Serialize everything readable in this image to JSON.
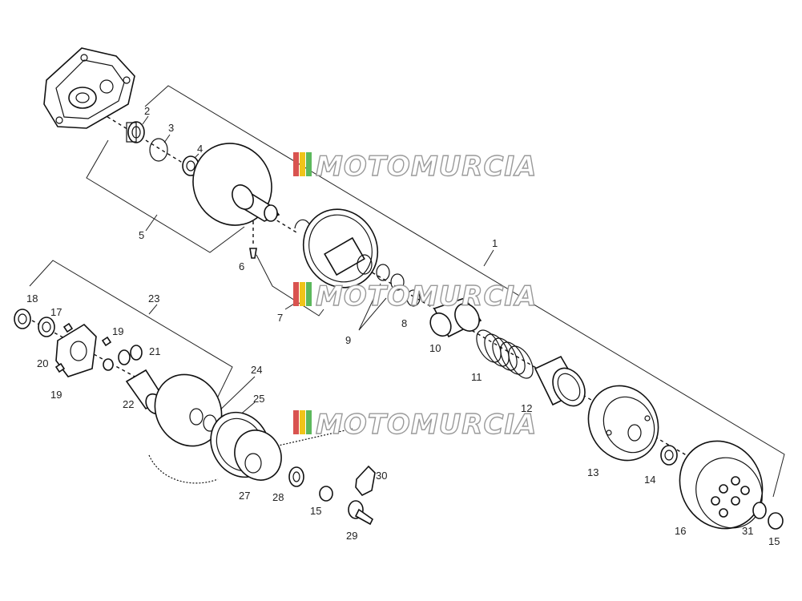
{
  "watermark": {
    "text": "MOTOMURCIA",
    "stripe_colors": [
      "#d9534f",
      "#f0c419",
      "#5cb85c"
    ]
  },
  "callouts": [
    {
      "id": "1",
      "label": "1"
    },
    {
      "id": "2",
      "label": "2"
    },
    {
      "id": "3",
      "label": "3"
    },
    {
      "id": "4",
      "label": "4"
    },
    {
      "id": "5",
      "label": "5"
    },
    {
      "id": "6",
      "label": "6"
    },
    {
      "id": "7",
      "label": "7"
    },
    {
      "id": "8",
      "label": "8"
    },
    {
      "id": "9",
      "label": "9"
    },
    {
      "id": "10",
      "label": "10"
    },
    {
      "id": "11",
      "label": "11"
    },
    {
      "id": "12",
      "label": "12"
    },
    {
      "id": "13",
      "label": "13"
    },
    {
      "id": "14",
      "label": "14"
    },
    {
      "id": "15a",
      "label": "15"
    },
    {
      "id": "15b",
      "label": "15"
    },
    {
      "id": "16",
      "label": "16"
    },
    {
      "id": "17",
      "label": "17"
    },
    {
      "id": "18",
      "label": "18"
    },
    {
      "id": "19a",
      "label": "19"
    },
    {
      "id": "19b",
      "label": "19"
    },
    {
      "id": "20",
      "label": "20"
    },
    {
      "id": "21",
      "label": "21"
    },
    {
      "id": "22",
      "label": "22"
    },
    {
      "id": "23",
      "label": "23"
    },
    {
      "id": "24",
      "label": "24"
    },
    {
      "id": "25",
      "label": "25"
    },
    {
      "id": "27",
      "label": "27"
    },
    {
      "id": "28",
      "label": "28"
    },
    {
      "id": "29",
      "label": "29"
    },
    {
      "id": "30",
      "label": "30"
    },
    {
      "id": "31",
      "label": "31"
    }
  ]
}
